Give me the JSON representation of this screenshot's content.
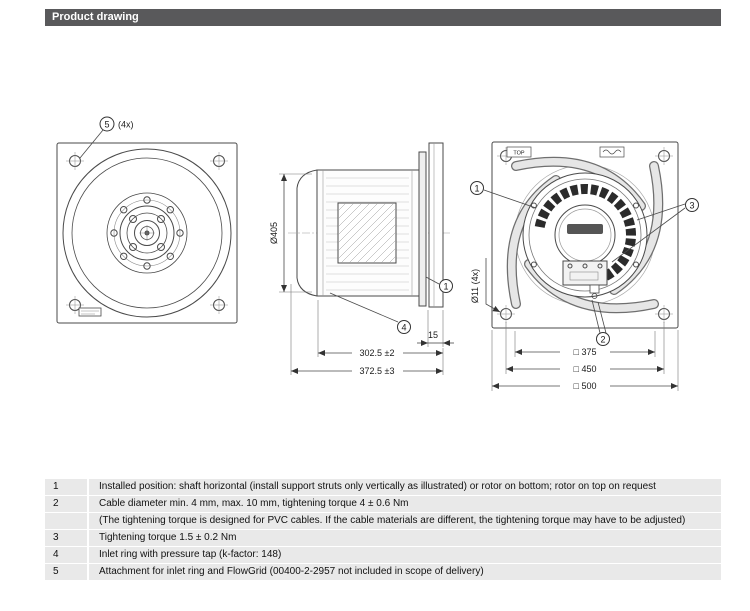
{
  "header": {
    "title": "Product drawing"
  },
  "drawings": {
    "front_view": {
      "callout_5": "5",
      "callout_5_qty": "(4x)"
    },
    "side_view": {
      "dim_diameter": "Ø405",
      "dim_depth_inner": "302.5 ±2",
      "dim_depth_total": "372.5 ±3",
      "dim_plate_offset": "15",
      "callout_1": "1",
      "callout_4": "4"
    },
    "rear_view": {
      "top_marker": "TOP",
      "callout_1": "1",
      "callout_2": "2",
      "callout_3": "3",
      "dim_hole": "Ø11 (4x)",
      "dim_square_inner": "□ 375",
      "dim_square_mid": "□ 450",
      "dim_square_outer": "□ 500"
    }
  },
  "notes_table": {
    "rows": [
      {
        "num": "1",
        "text": "Installed position: shaft horizontal (install support struts only vertically as illustrated) or rotor on bottom; rotor on top on request"
      },
      {
        "num": "2",
        "text": "Cable diameter min. 4 mm, max. 10 mm, tightening torque 4 ± 0.6 Nm"
      },
      {
        "num": "",
        "text": "(The tightening torque is designed for PVC cables. If the cable materials are different, the tightening torque may have to be adjusted)"
      },
      {
        "num": "3",
        "text": "Tightening torque 1.5 ± 0.2 Nm"
      },
      {
        "num": "4",
        "text": "Inlet ring with pressure tap (k-factor: 148)"
      },
      {
        "num": "5",
        "text": "Attachment for inlet ring and FlowGrid (00400-2-2957 not included in scope of delivery)"
      }
    ]
  }
}
